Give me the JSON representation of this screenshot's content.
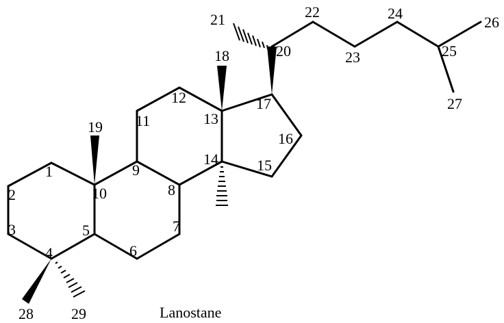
{
  "molecule_name": "Lanostane",
  "atom_labels": {
    "c1": "1",
    "c2": "2",
    "c3": "3",
    "c4": "4",
    "c5": "5",
    "c6": "6",
    "c7": "7",
    "c8": "8",
    "c9": "9",
    "c10": "10",
    "c11": "11",
    "c12": "12",
    "c13": "13",
    "c14": "14",
    "c15": "15",
    "c16": "16",
    "c17": "17",
    "c18": "18",
    "c19": "19",
    "c20": "20",
    "c21": "21",
    "c22": "22",
    "c23": "23",
    "c24": "24",
    "c25": "25",
    "c26": "26",
    "c27": "27",
    "c28": "28",
    "c29": "29"
  }
}
